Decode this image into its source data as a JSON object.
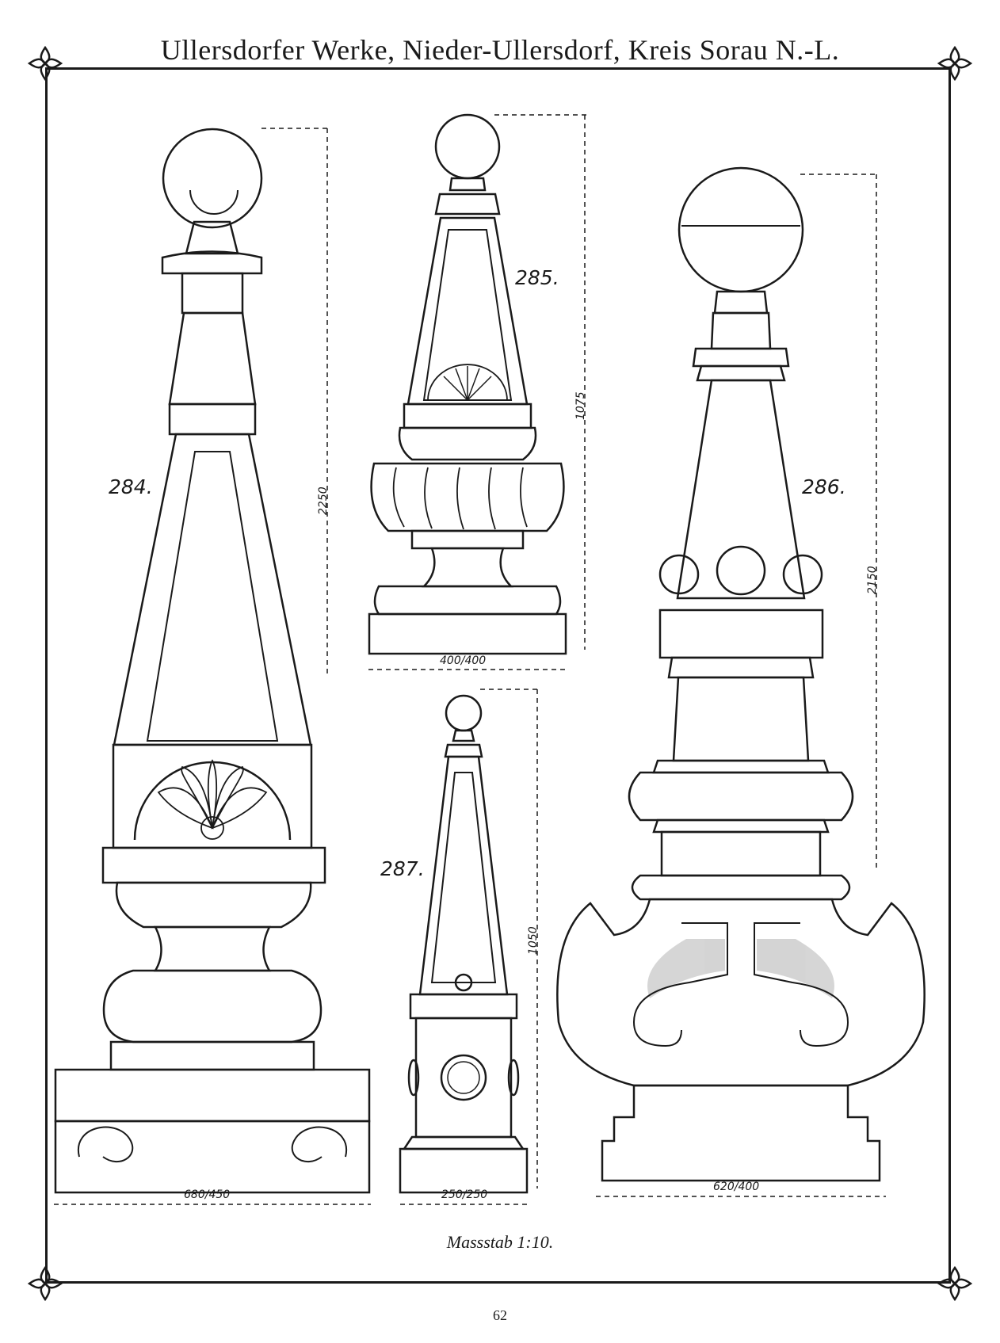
{
  "page": {
    "header": "Ullersdorfer Werke, Nieder-Ullersdorf, Kreis Sorau N.-L.",
    "scale": "Massstab 1:10.",
    "page_number": "62"
  },
  "items": [
    {
      "number": "284.",
      "height": "2250",
      "width": "680/450"
    },
    {
      "number": "285.",
      "height": "1075",
      "width": "400/400"
    },
    {
      "number": "286.",
      "height": "2150",
      "width": "620/400"
    },
    {
      "number": "287.",
      "height": "1050",
      "width": "250/250"
    }
  ]
}
